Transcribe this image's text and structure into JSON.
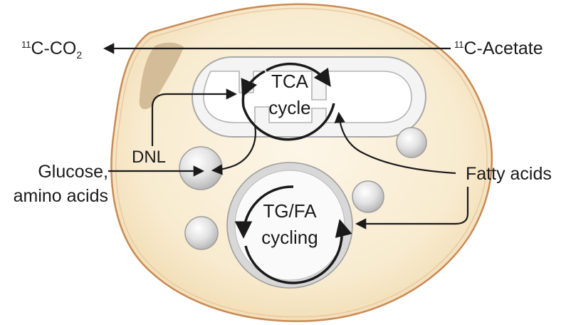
{
  "labels": {
    "co2_prefix": "11",
    "co2_main": "C-CO",
    "co2_sub": "2",
    "acetate_prefix": "11",
    "acetate_main": "C-Acetate",
    "tca_line1": "TCA",
    "tca_line2": "cycle",
    "dnl": "DNL",
    "glucose_line1": "Glucose,",
    "glucose_line2": "amino acids",
    "fatty_acids": "Fatty acids",
    "tgfa_line1": "TG/FA",
    "tgfa_line2": "cycling"
  },
  "colors": {
    "cell_fill": "#fbf1df",
    "cell_border": "#c98a55",
    "cytoplasm": "#f7e7c6",
    "mito_fill": "#f3f3f3",
    "mito_border": "#a9a9a9",
    "droplet_fill": "#dcdcdc",
    "droplet_border": "#9d9d9d",
    "nucleus_patch": "#cdb48e",
    "arrow": "#1a1a1a"
  }
}
